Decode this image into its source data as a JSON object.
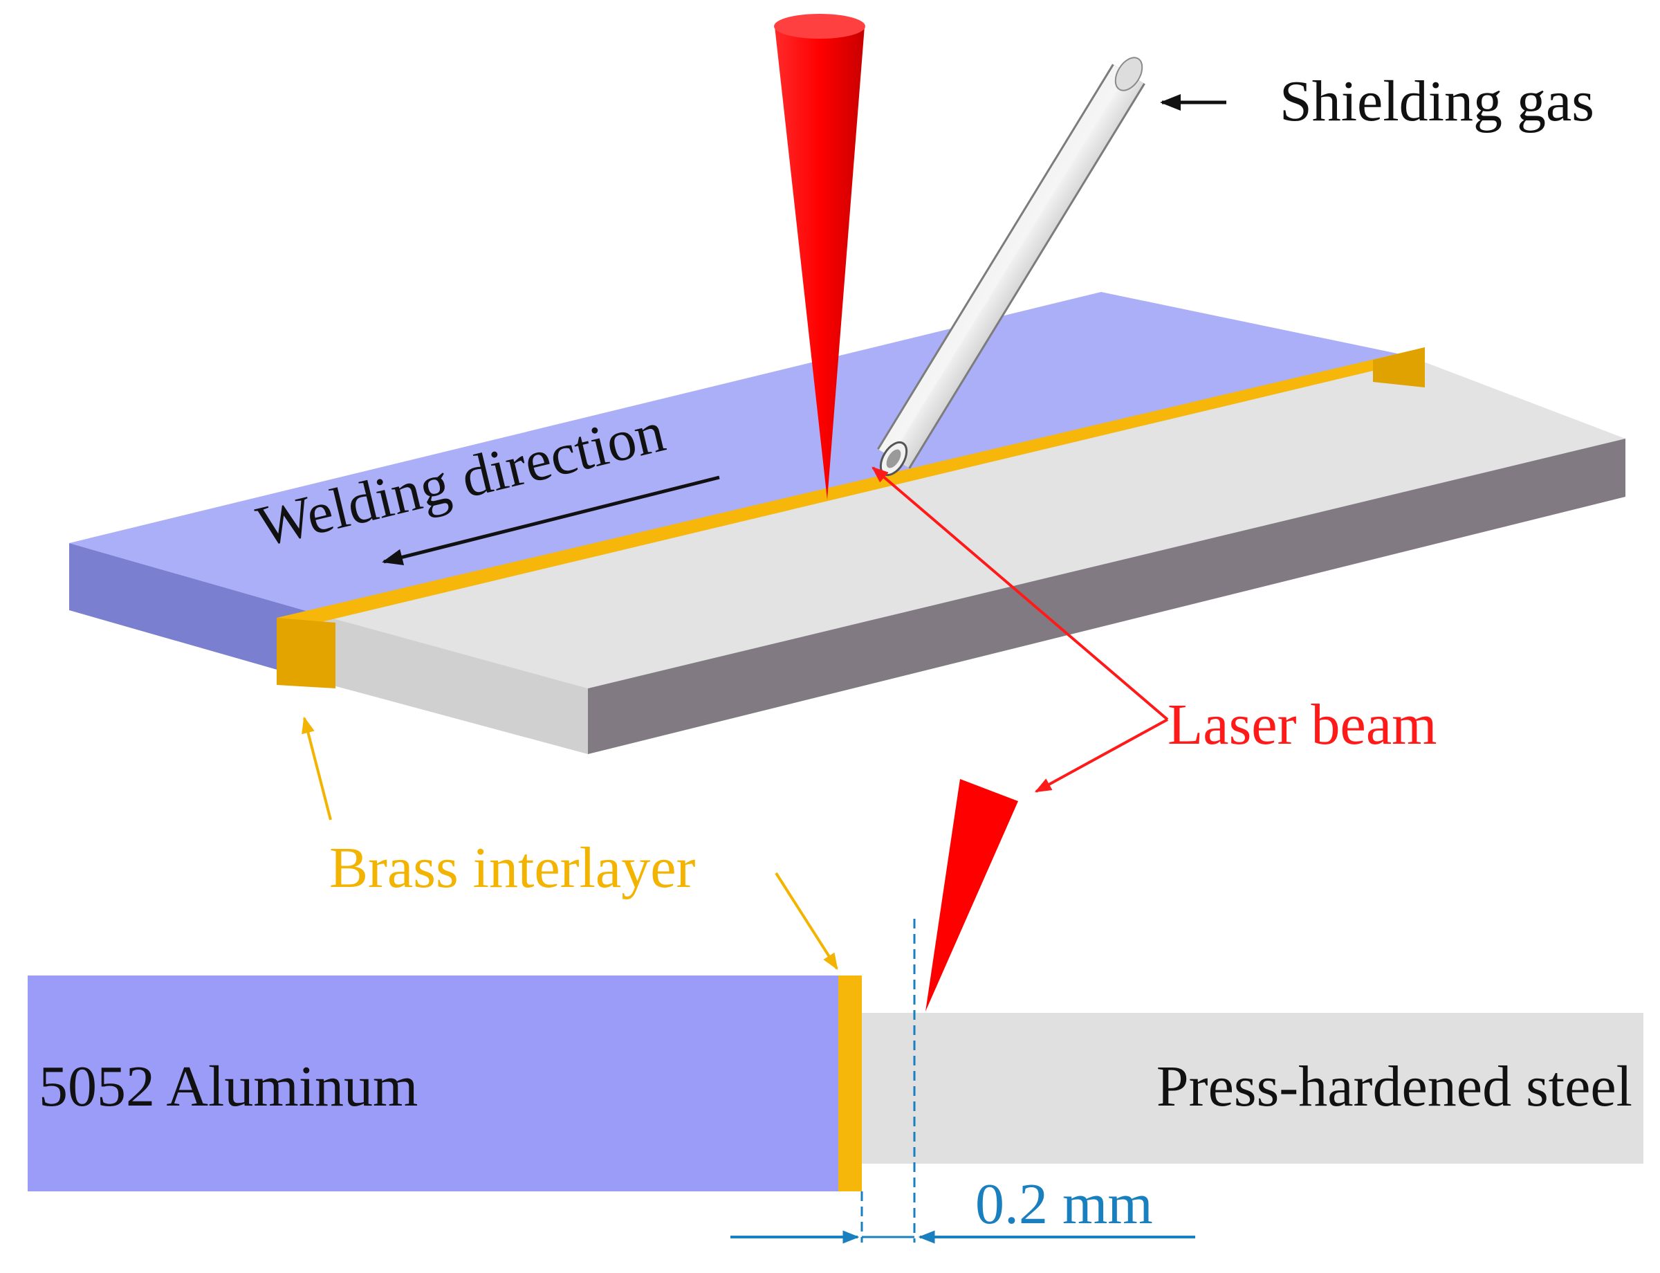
{
  "labels": {
    "shielding_gas": "Shielding gas",
    "welding_direction": "Welding direction",
    "laser_beam": "Laser beam",
    "brass_interlayer": "Brass interlayer",
    "aluminum": "5052 Aluminum",
    "steel": "Press-hardened steel",
    "offset": "0.2 mm"
  },
  "colors": {
    "aluminum_top": "#abaff8",
    "aluminum_side": "#7b7fd0",
    "aluminum_section": "#9b9cf7",
    "steel_top": "#e3e3e3",
    "steel_side": "#827a82",
    "steel_section": "#e0e0e0",
    "brass": "#f6b60a",
    "laser": "#ff0000",
    "label_black": "#111111",
    "label_red": "#ff1a1a",
    "label_brass": "#f2b400",
    "dimension_blue": "#1a7fbf"
  }
}
